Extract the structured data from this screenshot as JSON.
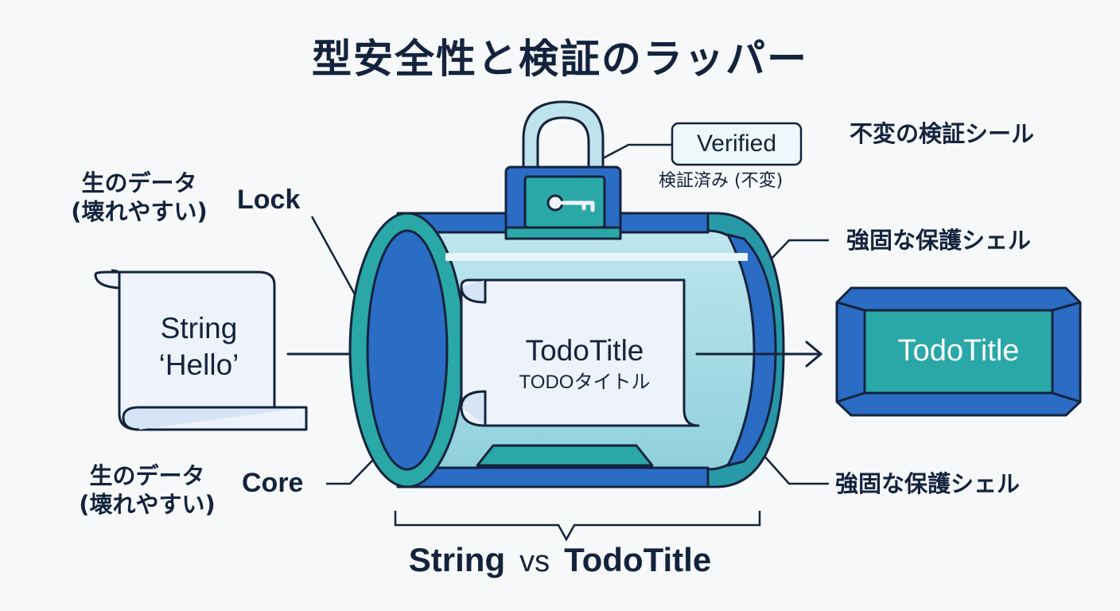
{
  "title": "型安全性と検証のラッパー",
  "labels": {
    "raw_data_top": [
      "生のデータ",
      "(壊れやすい)"
    ],
    "raw_data_bottom": [
      "生のデータ",
      "(壊れやすい)"
    ],
    "lock": "Lock",
    "core": "Core",
    "verified_badge": "Verified",
    "verified_sub": "検証済み (不変)",
    "seal": "不変の検証シール",
    "shell_top": "強固な保護シェル",
    "shell_bottom": "強固な保護シェル"
  },
  "scroll": {
    "line1": "String",
    "line2": "‘Hello’"
  },
  "core_card": {
    "name": "TodoTitle",
    "sub": "TODOタイトル"
  },
  "output_box": {
    "name": "TodoTitle"
  },
  "comparison": {
    "left": "String",
    "vs": "vs",
    "right": "TodoTitle"
  },
  "colors": {
    "navy": "#14233d",
    "teal": "#2aa7a7",
    "blue": "#2b6cc4",
    "light_blue": "#bfe3ec",
    "paper": "#eef3fb"
  }
}
